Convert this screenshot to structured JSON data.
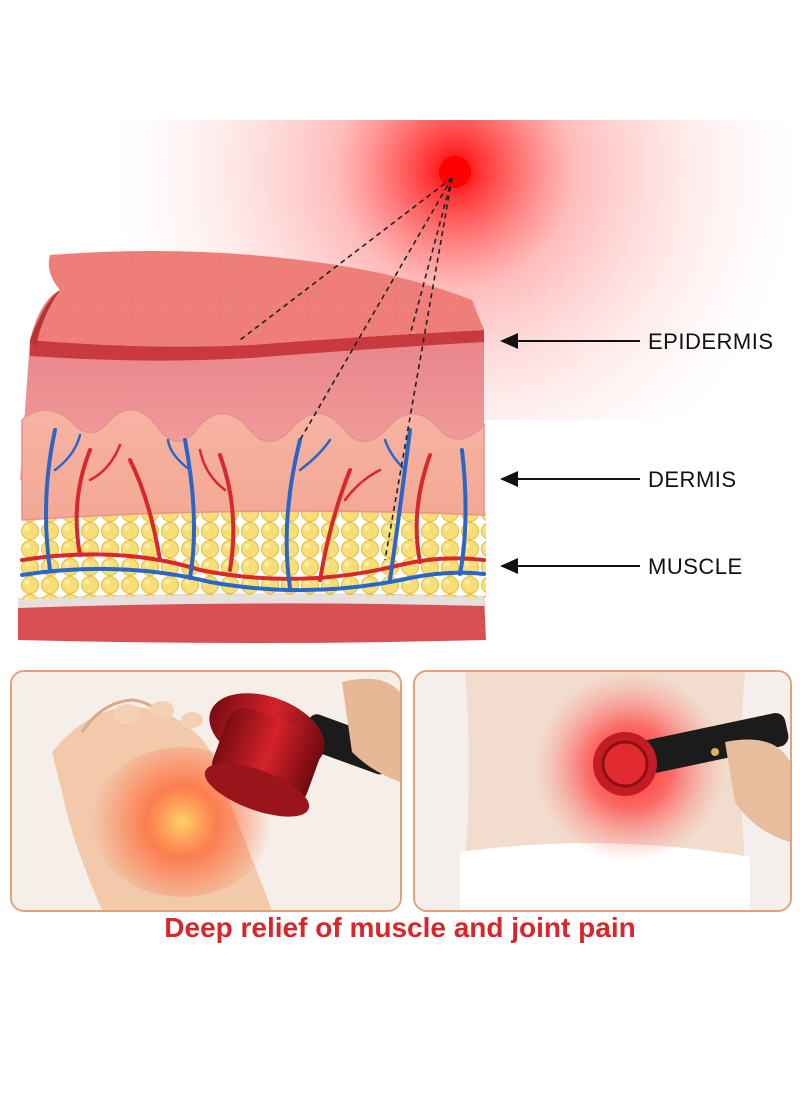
{
  "labels": {
    "epidermis": "EPIDERMIS",
    "dermis": "DERMIS",
    "muscle": "MUSCLE"
  },
  "caption": "Deep relief of muscle and joint pain",
  "colors": {
    "caption": "#d8262c",
    "frame": "#e0a27a",
    "laser": "#ff1a1a",
    "artery": "#d8282d",
    "vein": "#2a66c8",
    "fat": "#f3d35b"
  },
  "icons": {
    "label_arrow": "arrow-left-icon"
  }
}
